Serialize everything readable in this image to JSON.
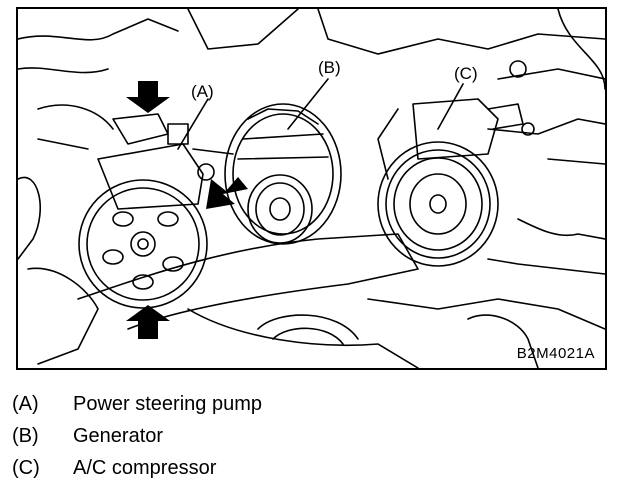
{
  "figure": {
    "callouts": [
      {
        "key": "(A)"
      },
      {
        "key": "(B)"
      },
      {
        "key": "(C)"
      }
    ],
    "figure_code": "B2M4021A"
  },
  "legend": [
    {
      "key": "(A)",
      "text": "Power steering pump"
    },
    {
      "key": "(B)",
      "text": "Generator"
    },
    {
      "key": "(C)",
      "text": "A/C compressor"
    }
  ],
  "colors": {
    "ink": "#000000",
    "paper": "#ffffff"
  }
}
